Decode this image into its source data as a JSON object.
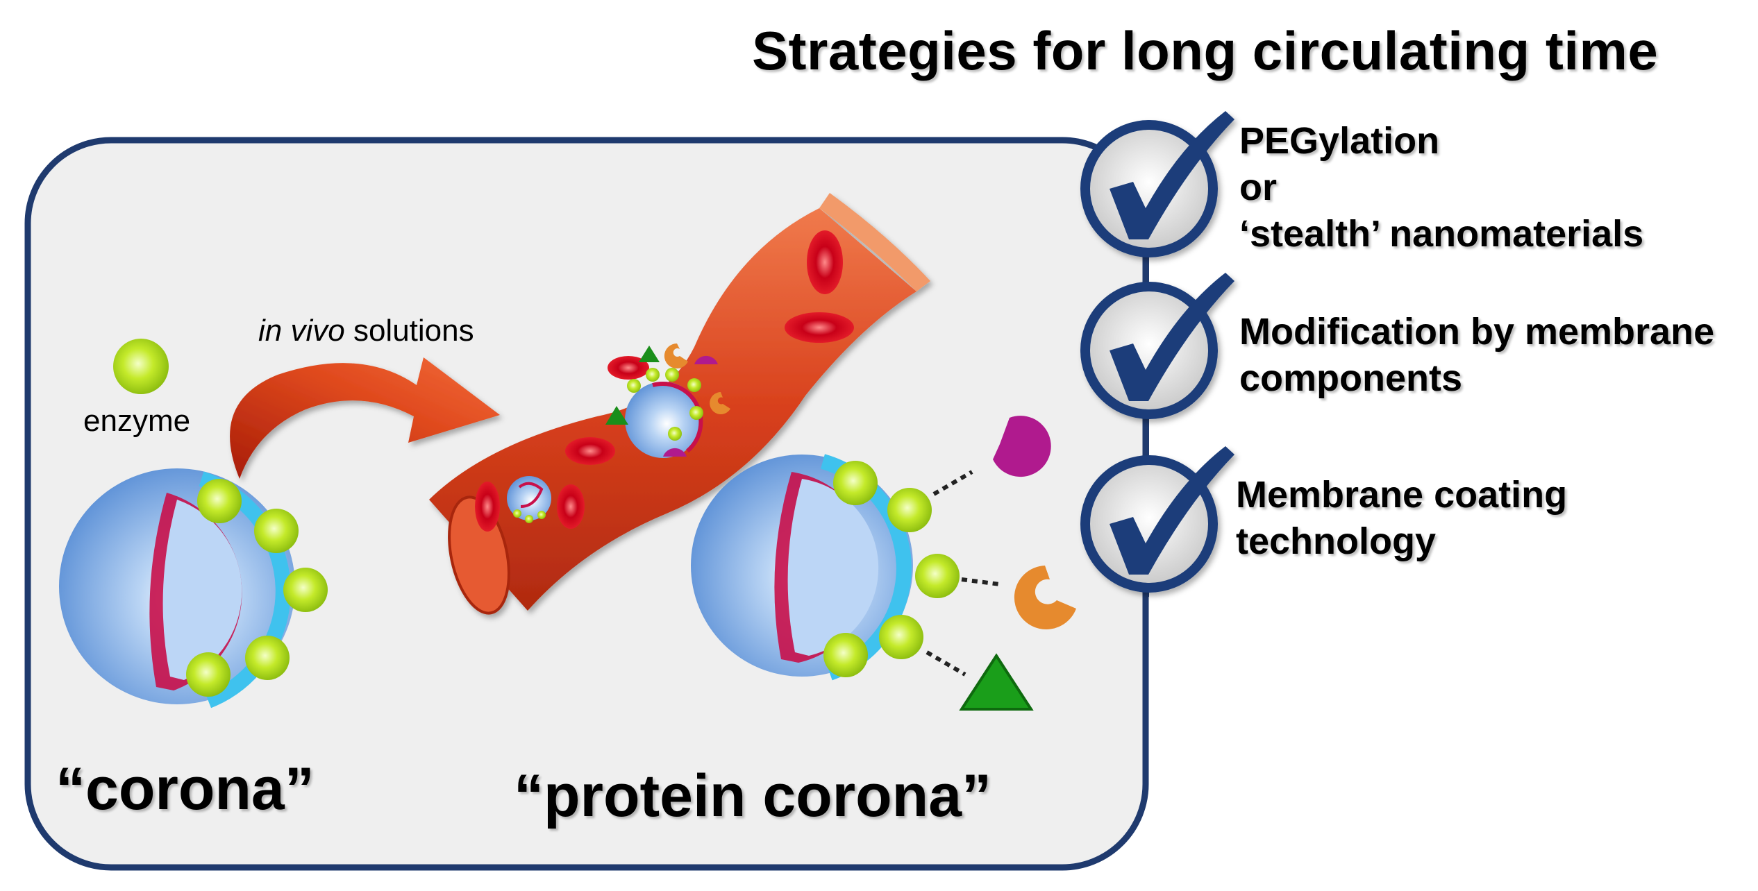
{
  "title": "Strategies for long circulating time",
  "strategies": [
    {
      "lines": [
        "PEGylation",
        "or",
        "‘stealth’ nanomaterials"
      ]
    },
    {
      "lines": [
        "Modification by membrane",
        "components"
      ]
    },
    {
      "lines": [
        "Membrane coating",
        "technology"
      ]
    }
  ],
  "labels": {
    "enzyme": "enzyme",
    "invivo_italic": "in vivo",
    "invivo_rest": " solutions",
    "corona": "“corona”",
    "protein_corona": "“protein corona”"
  },
  "icons": {
    "check": "checkmark-icon",
    "arrow": "curved-arrow-icon"
  },
  "colors": {
    "panel_border": "#1f3a6e",
    "panel_fill": "#efefef",
    "check_dark": "#1b3d7a",
    "vessel": "#d8401c",
    "sphere": "#6e9fdf",
    "enzyme": "#a6d616",
    "membrane_inner": "#c8104a",
    "membrane_outer": "#3fc2ee",
    "protein_purple": "#b01a8e",
    "protein_orange": "#e68a2e",
    "protein_green": "#1a8e1a"
  }
}
